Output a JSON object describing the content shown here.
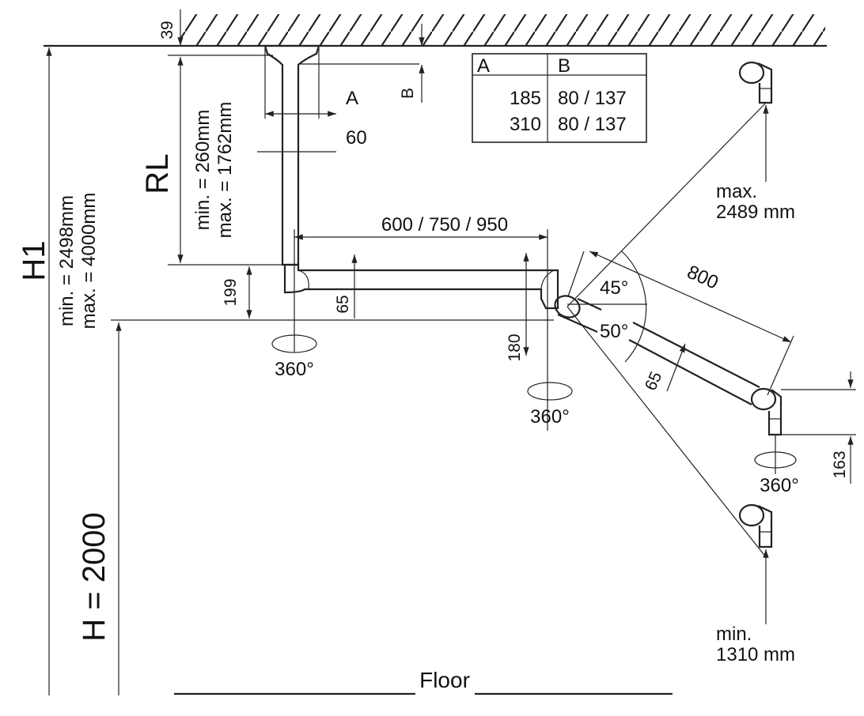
{
  "dims": {
    "ceiling_gap": "39",
    "h1_label": "H1",
    "h1_min": "min. = 2498mm",
    "h1_max": "max. = 4000mm",
    "rl_label": "RL",
    "rl_min": "min. = 260mm",
    "rl_max": "max. = 1762mm",
    "a_label": "A",
    "b_label": "B",
    "column_width": "60",
    "arm_length": "600 / 750 / 950",
    "elbow_height": "199",
    "arm_thickness": "65",
    "joint_drop": "180",
    "angle_up": "45°",
    "angle_down": "50°",
    "second_arm_length": "800",
    "second_arm_thickness": "65",
    "head_height": "163",
    "rotation_1": "360°",
    "rotation_2": "360°",
    "rotation_3": "360°",
    "max_label": "max.",
    "max_value": "2489 mm",
    "min_label": "min.",
    "min_value": "1310 mm",
    "h_label": "H = 2000",
    "floor_label": "Floor"
  },
  "table": {
    "headers": [
      "A",
      "B"
    ],
    "rows": [
      [
        "185",
        "80 / 137"
      ],
      [
        "310",
        "80 / 137"
      ]
    ]
  }
}
